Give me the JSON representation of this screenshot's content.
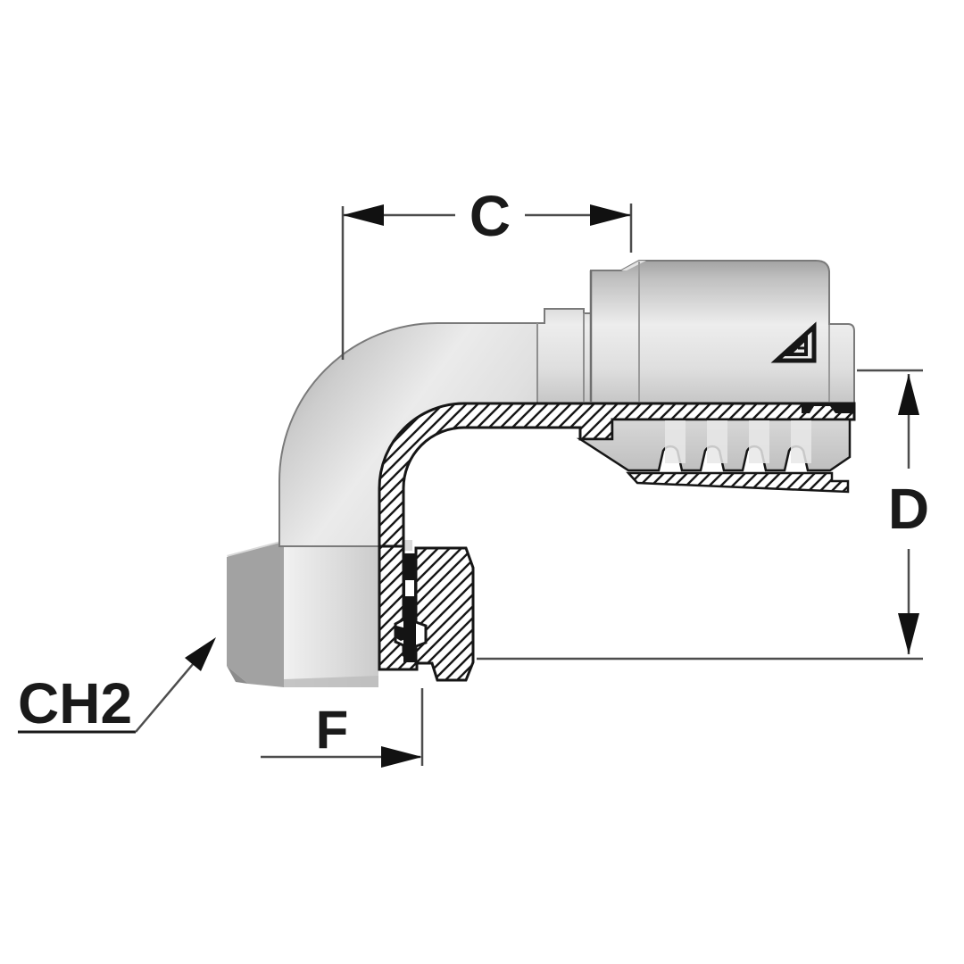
{
  "drawing": {
    "labels": {
      "dim_c": "C",
      "dim_d": "D",
      "dim_f": "F",
      "hex": "CH2"
    },
    "icons": {
      "logo": "manufacturer-logo-triangle",
      "arrows": "dimension-arrowheads"
    },
    "colors": {
      "background": "#ffffff",
      "dimension_line": "#4d4d4d",
      "text": "#1a1a1a",
      "section_outline": "#161616",
      "metal_light": "#ededed",
      "metal_mid": "#c9c9c9",
      "metal_dark": "#a2a2a2"
    }
  }
}
